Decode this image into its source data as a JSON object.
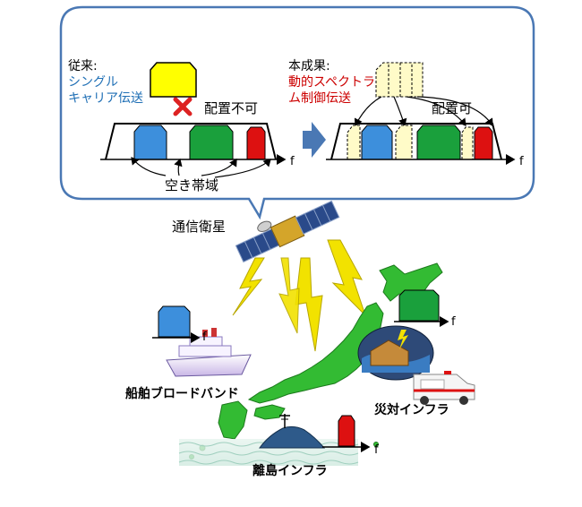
{
  "callout": {
    "before": {
      "label": "従来:",
      "method_line1": "シングル",
      "method_line2": "キャリア伝送",
      "method_color": "#1f6fb5"
    },
    "after": {
      "label": "本成果:",
      "method_line1": "動的スペクトラ",
      "method_line2": "ム制御伝送",
      "method_color": "#cc0000"
    },
    "cannot_place": "配置不可",
    "can_place": "配置可",
    "free_band": "空き帯域",
    "axis_f": "f"
  },
  "satellite_label": "通信衛星",
  "sites": {
    "ship": "船舶ブロードバンド",
    "disaster": "災対インフラ",
    "island": "離島インフラ",
    "axis_f": "f"
  },
  "colors": {
    "blue": "#3d8fdc",
    "green": "#1aa03c",
    "red": "#dd1111",
    "yellow": "#ffff00",
    "pale_yellow": "#fffbc8",
    "callout_border": "#4a78b4",
    "lightning": "#f2e200",
    "map_green": "#33bb33"
  }
}
